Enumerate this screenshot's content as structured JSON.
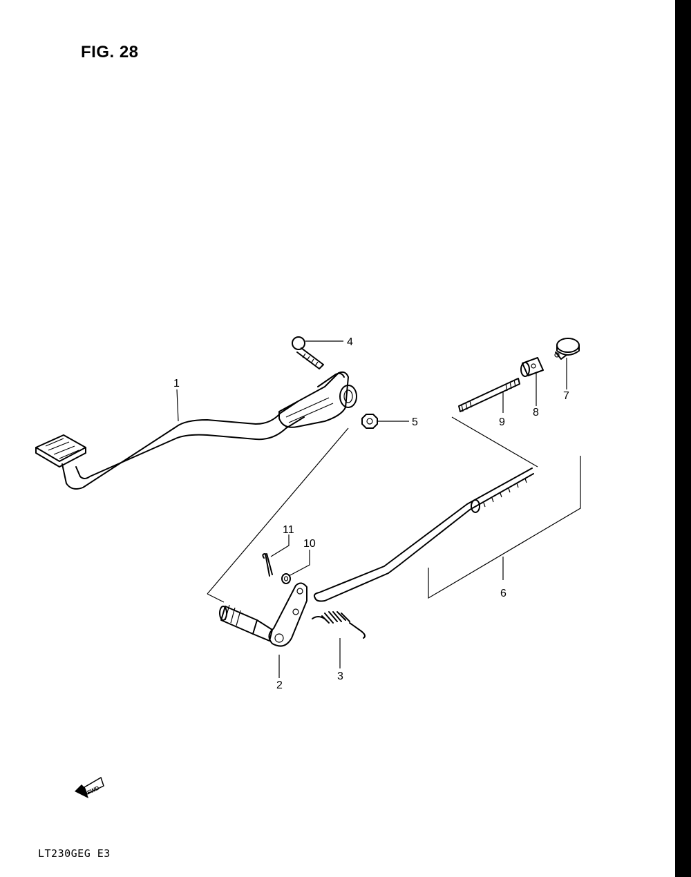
{
  "figure_title": "FIG. 28",
  "model_code": "LT230GEG  E3",
  "direction_marker": "FWD",
  "callouts": {
    "c1": "1",
    "c2": "2",
    "c3": "3",
    "c4": "4",
    "c5": "5",
    "c6": "6",
    "c7": "7",
    "c8": "8",
    "c9": "9",
    "c10": "10",
    "c11": "11"
  }
}
